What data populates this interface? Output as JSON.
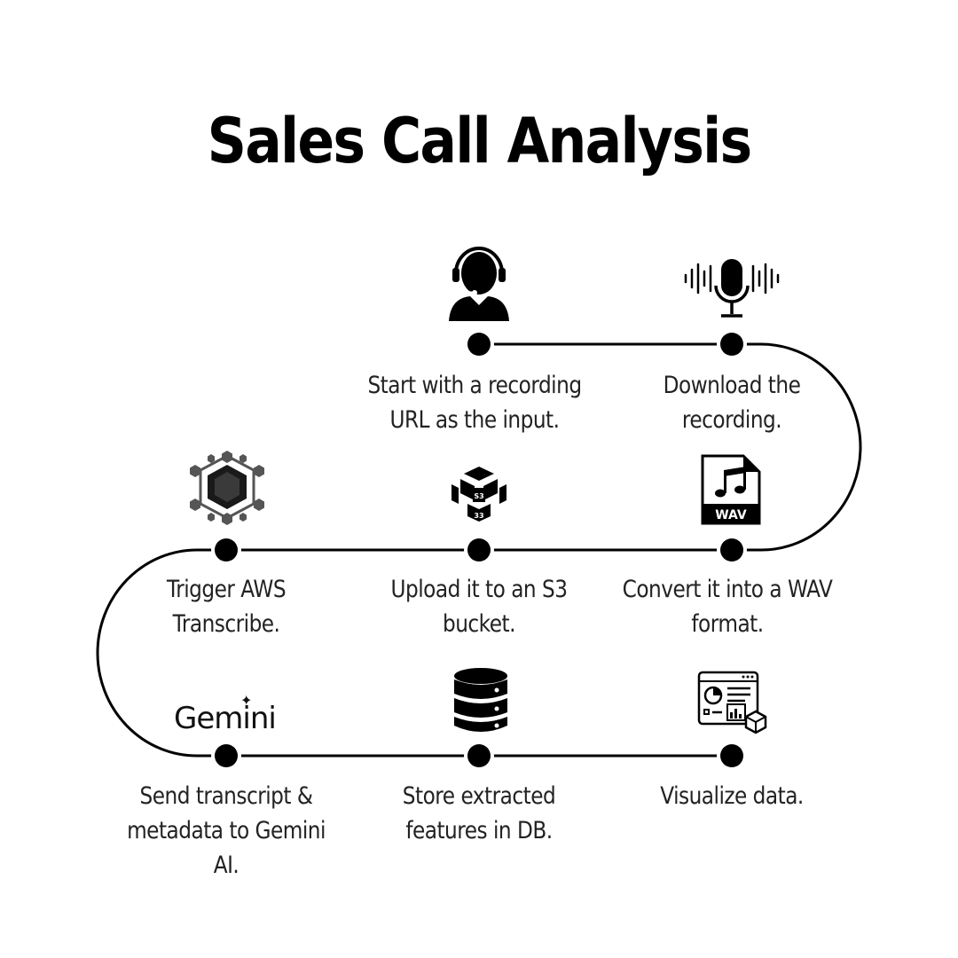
{
  "title": "Sales Call Analysis",
  "steps": [
    {
      "label": "Start with a recording URL as the input.",
      "icon": "agent-headset-icon"
    },
    {
      "label": "Download the recording.",
      "icon": "microphone-waveform-icon"
    },
    {
      "label": "Convert it into a WAV format.",
      "icon": "wav-file-icon"
    },
    {
      "label": "Upload it to an S3 bucket.",
      "icon": "s3-bucket-icon"
    },
    {
      "label": "Trigger AWS Transcribe.",
      "icon": "aws-transcribe-icon"
    },
    {
      "label": "Send transcript & metadata to Gemini AI.",
      "icon": "gemini-logo"
    },
    {
      "label": "Store extracted features in DB.",
      "icon": "database-icon"
    },
    {
      "label": "Visualize data.",
      "icon": "dashboard-icon"
    }
  ],
  "icon_text": {
    "gemini": "Gemini",
    "wav": "WAV",
    "s3": "S3"
  },
  "colors": {
    "line": "#000000",
    "text": "#222222",
    "background": "#ffffff"
  }
}
